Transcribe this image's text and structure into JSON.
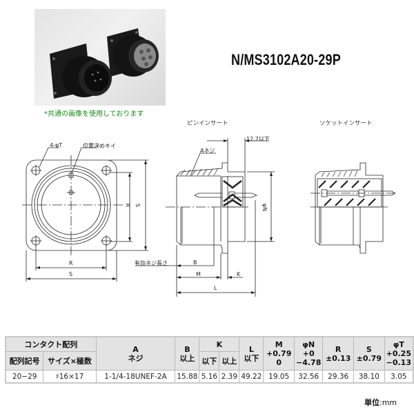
{
  "product": {
    "title": "N/MS3102A20-29P",
    "photo_caption": "*共通の画像を使用しております"
  },
  "drawing": {
    "pin_insert_label": "ピンインサート",
    "socket_insert_label": "ソケットインサート",
    "front_view": {
      "hole_label": "4-φT",
      "key_label": "位置決めキイ",
      "dim_R": "R",
      "dim_S": "S"
    },
    "side_view": {
      "thread_label": "Aネジ",
      "max_label": "12.7以下",
      "effective_thread_label": "有効ネジ長さ",
      "dim_B": "B",
      "dim_M": "M",
      "dim_K": "K",
      "dim_L": "L",
      "dim_N": "φN"
    }
  },
  "table": {
    "group_header": "コンタクト配列",
    "headers": {
      "code": "配列記号",
      "size": "サイズ×極数",
      "A_top": "A",
      "A_bottom": "ネジ",
      "B_top": "B",
      "B_bottom": "以上",
      "K_top": "K",
      "K_sub1": "以下",
      "K_sub2": "以上",
      "L_top": "L",
      "L_bottom": "以下",
      "M_top": "M",
      "M_tol1": "+0.79",
      "M_tol2": "0",
      "N_top": "φN",
      "N_tol1": "+0",
      "N_tol2": "−4.78",
      "R_top": "R",
      "R_tol": "±0.13",
      "S_top": "S",
      "S_tol": "±0.79",
      "T_top": "φT",
      "T_tol1": "+0.25",
      "T_tol2": "−0.13"
    },
    "rows": [
      {
        "code": "20−29",
        "size": "♯16×17",
        "A": "1-1/4-18UNEF-2A",
        "B": "15.88",
        "K_max": "5.16",
        "K_min": "2.39",
        "L": "49.22",
        "M": "19.05",
        "N": "32.56",
        "R": "29.36",
        "S": "38.10",
        "T": "3.05"
      }
    ]
  },
  "unit": {
    "label": "単位",
    "value": ":mm"
  }
}
